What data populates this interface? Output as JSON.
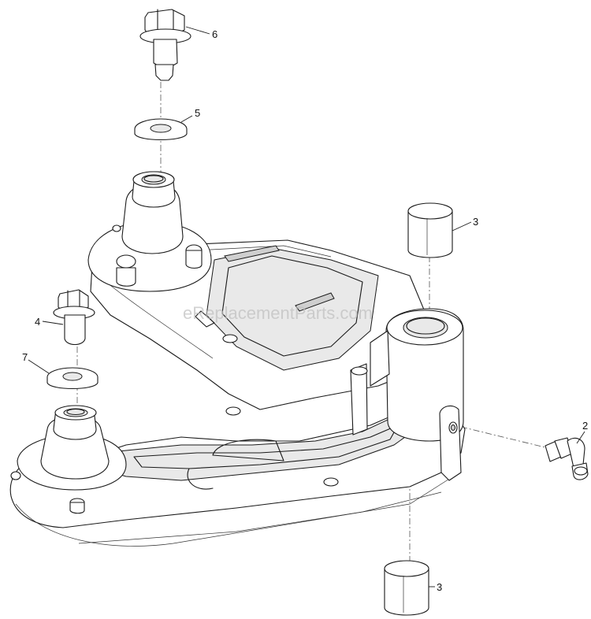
{
  "watermark": "eReplacementParts.com",
  "callouts": [
    {
      "id": "c6",
      "label": "6"
    },
    {
      "id": "c5",
      "label": "5"
    },
    {
      "id": "c3a",
      "label": "3"
    },
    {
      "id": "c4",
      "label": "4"
    },
    {
      "id": "c7",
      "label": "7"
    },
    {
      "id": "c2",
      "label": "2"
    },
    {
      "id": "c3b",
      "label": "3"
    }
  ]
}
